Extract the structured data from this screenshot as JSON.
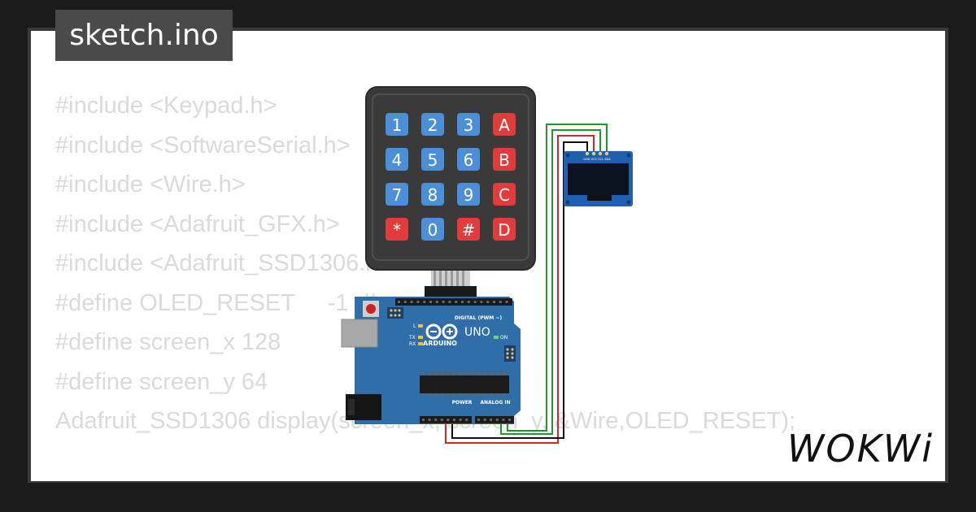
{
  "tab": {
    "filename": "sketch.ino"
  },
  "code_lines": [
    "#include <Keypad.h>",
    "#include <SoftwareSerial.h>",
    "#include <Wire.h>",
    "#include <Adafruit_GFX.h>",
    "#include <Adafruit_SSD1306.h>",
    "#define OLED_RESET     -1  //",
    "#define screen_x 128",
    "#define screen_y 64",
    "Adafruit_SSD1306 display(screen_x, screen_y, &Wire,OLED_RESET);",
    "",
    "//"
  ],
  "keypad": {
    "rows": [
      [
        "1",
        "2",
        "3",
        "A"
      ],
      [
        "4",
        "5",
        "6",
        "B"
      ],
      [
        "7",
        "8",
        "9",
        "C"
      ],
      [
        "*",
        "0",
        "#",
        "D"
      ]
    ],
    "colors": {
      "numeric": "#4a8fd8",
      "special": "#e23b3b",
      "body": "#3a3a3a"
    }
  },
  "arduino": {
    "logo_text": "ARDUINO",
    "model_text": "UNO",
    "header_digital": "DIGITAL (PWM ~)",
    "header_power": "POWER",
    "header_analog": "ANALOG IN",
    "on_label": "ON",
    "l_label": "L",
    "tx_label": "TX",
    "rx_label": "RX",
    "board_color": "#2f6ea8"
  },
  "oled": {
    "pin_labels": "GND VCC SCL SDA",
    "pcb_color": "#1f5fb0",
    "screen_color": "#0b1220"
  },
  "wires": {
    "green": "#1e9a2c",
    "red": "#d42828",
    "black": "#111111"
  },
  "brand": {
    "logo_text": "WOKWi"
  }
}
